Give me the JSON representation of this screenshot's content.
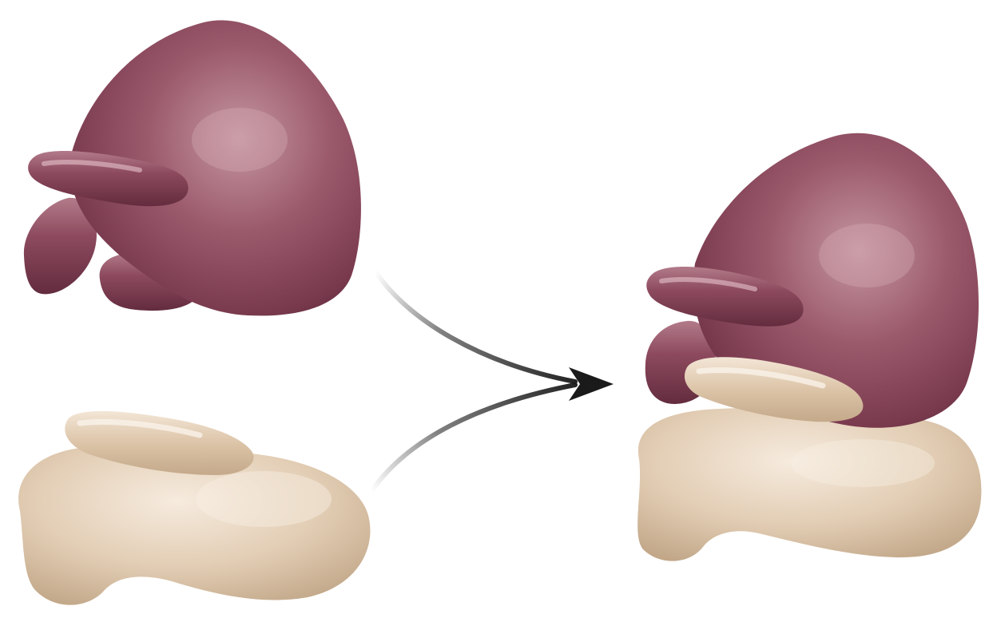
{
  "diagram": {
    "title": "",
    "description_text": "",
    "colors": {
      "background": "#ffffff",
      "protein_a_base": "#8d4a5e",
      "protein_a_dark": "#5e2a3a",
      "protein_a_highlight": "#c596a2",
      "protein_b_base": "#e2cdb4",
      "protein_b_dark": "#c0a586",
      "protein_b_highlight": "#f6ebde",
      "arrow": "#1a1a1a"
    },
    "components": [
      {
        "id": "protein-a",
        "role": "separate",
        "icon": "maroon-blob-with-projections"
      },
      {
        "id": "protein-b",
        "role": "separate",
        "icon": "beige-blob-with-projection"
      },
      {
        "id": "complex",
        "role": "bound",
        "icon": "maroon-over-beige-complex"
      }
    ],
    "arrows": [
      {
        "from": "protein-a",
        "to": "complex"
      },
      {
        "from": "protein-b",
        "to": "complex"
      }
    ]
  }
}
